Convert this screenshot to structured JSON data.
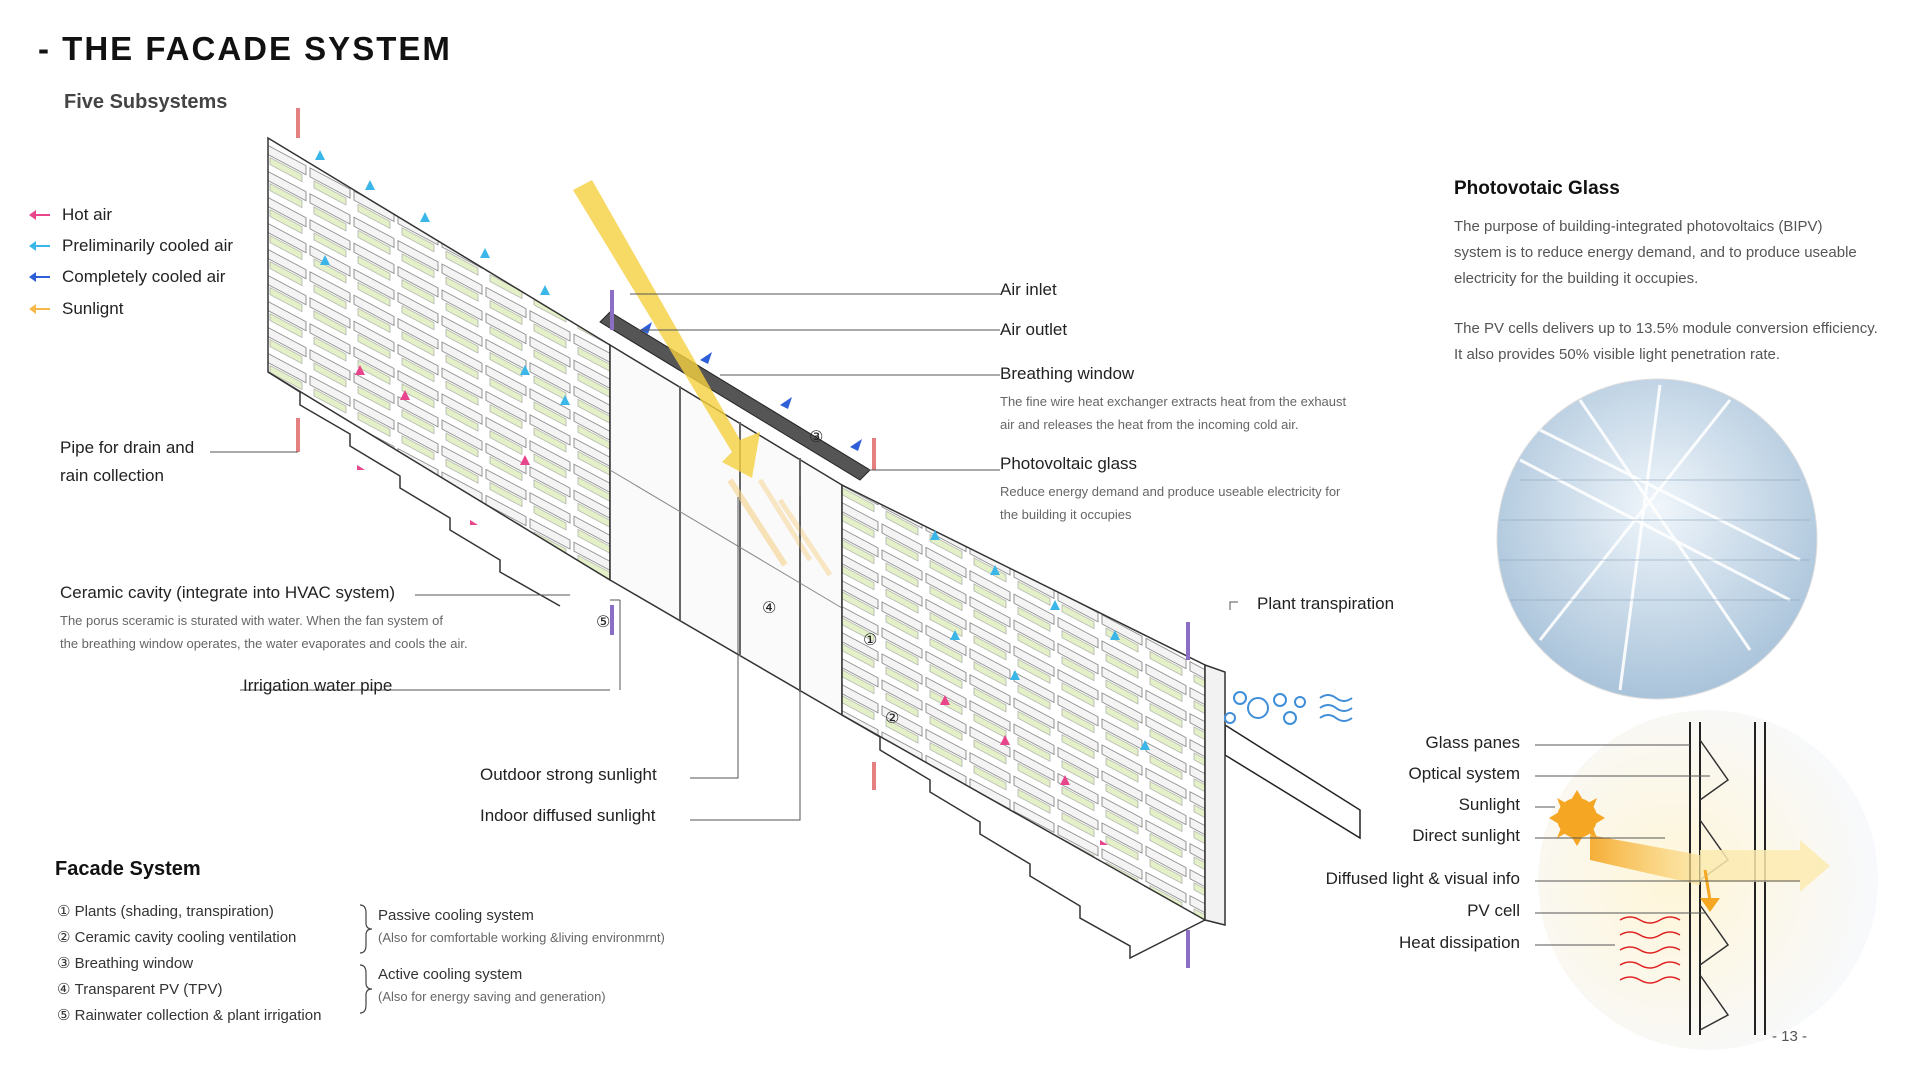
{
  "header": {
    "title": "- THE FACADE SYSTEM",
    "subtitle": "Five Subsystems"
  },
  "legend": {
    "items": [
      {
        "label": "Hot air",
        "color": "#e8458c"
      },
      {
        "label": "Preliminarily cooled air",
        "color": "#3ab6e8"
      },
      {
        "label": "Completely cooled air",
        "color": "#2f5fd8"
      },
      {
        "label": "Sunlignt",
        "color": "#f5b94a"
      }
    ]
  },
  "callouts": {
    "pipe_drain_line1": "Pipe for drain and",
    "pipe_drain_line2": "rain collection",
    "ceramic_title": "Ceramic cavity (integrate into HVAC system)",
    "ceramic_note1": "The porus sceramic is sturated with water. When the fan system of",
    "ceramic_note2": "the breathing window operates, the water evaporates and cools the air.",
    "irrigation": "Irrigation water pipe",
    "outdoor_sunlight": "Outdoor strong sunlight",
    "indoor_sunlight": "Indoor diffused sunlight",
    "air_inlet": "Air inlet",
    "air_outlet": "Air outlet",
    "breathing_title": "Breathing window",
    "breathing_note1": "The fine wire heat exchanger extracts heat from the exhaust",
    "breathing_note2": "air and releases the heat from the incoming cold air.",
    "pv_title": "Photovoltaic glass",
    "pv_note1": "Reduce  energy demand and produce useable electricity for",
    "pv_note2": "the building it occupies",
    "plant_transpiration": "Plant transpiration"
  },
  "markers": {
    "m1": "①",
    "m2": "②",
    "m3": "③",
    "m4": "④",
    "m5": "⑤"
  },
  "facade_system": {
    "title": "Facade System",
    "items": [
      {
        "num": "①",
        "label": "Plants (shading, transpiration)"
      },
      {
        "num": "②",
        "label": "Ceramic cavity cooling ventilation"
      },
      {
        "num": "③",
        "label": "Breathing window"
      },
      {
        "num": "④",
        "label": "Transparent PV (TPV)"
      },
      {
        "num": "⑤",
        "label": "Rainwater collection & plant irrigation"
      }
    ],
    "group1_label": "Passive cooling system",
    "group1_note": "(Also for comfortable working &living environmrnt)",
    "group2_label": "Active cooling system",
    "group2_note": "(Also for energy saving and generation)"
  },
  "photovoltaic": {
    "title": "Photovotaic Glass",
    "p1_line1": "The purpose of building-integrated photovoltaics (BIPV)",
    "p1_line2": "system is to reduce energy demand, and to produce useable",
    "p1_line3": "electricity for the building it occupies.",
    "p2_line1": "The PV cells delivers up to 13.5% module conversion efficiency.",
    "p2_line2": "It also provides 50% visible light penetration rate."
  },
  "detail": {
    "labels": [
      "Glass panes",
      "Optical system",
      "Sunlight",
      "Direct sunlight",
      "Diffused light & visual info",
      "PV cell",
      "Heat dissipation"
    ]
  },
  "page": {
    "number": "- 13 -"
  }
}
